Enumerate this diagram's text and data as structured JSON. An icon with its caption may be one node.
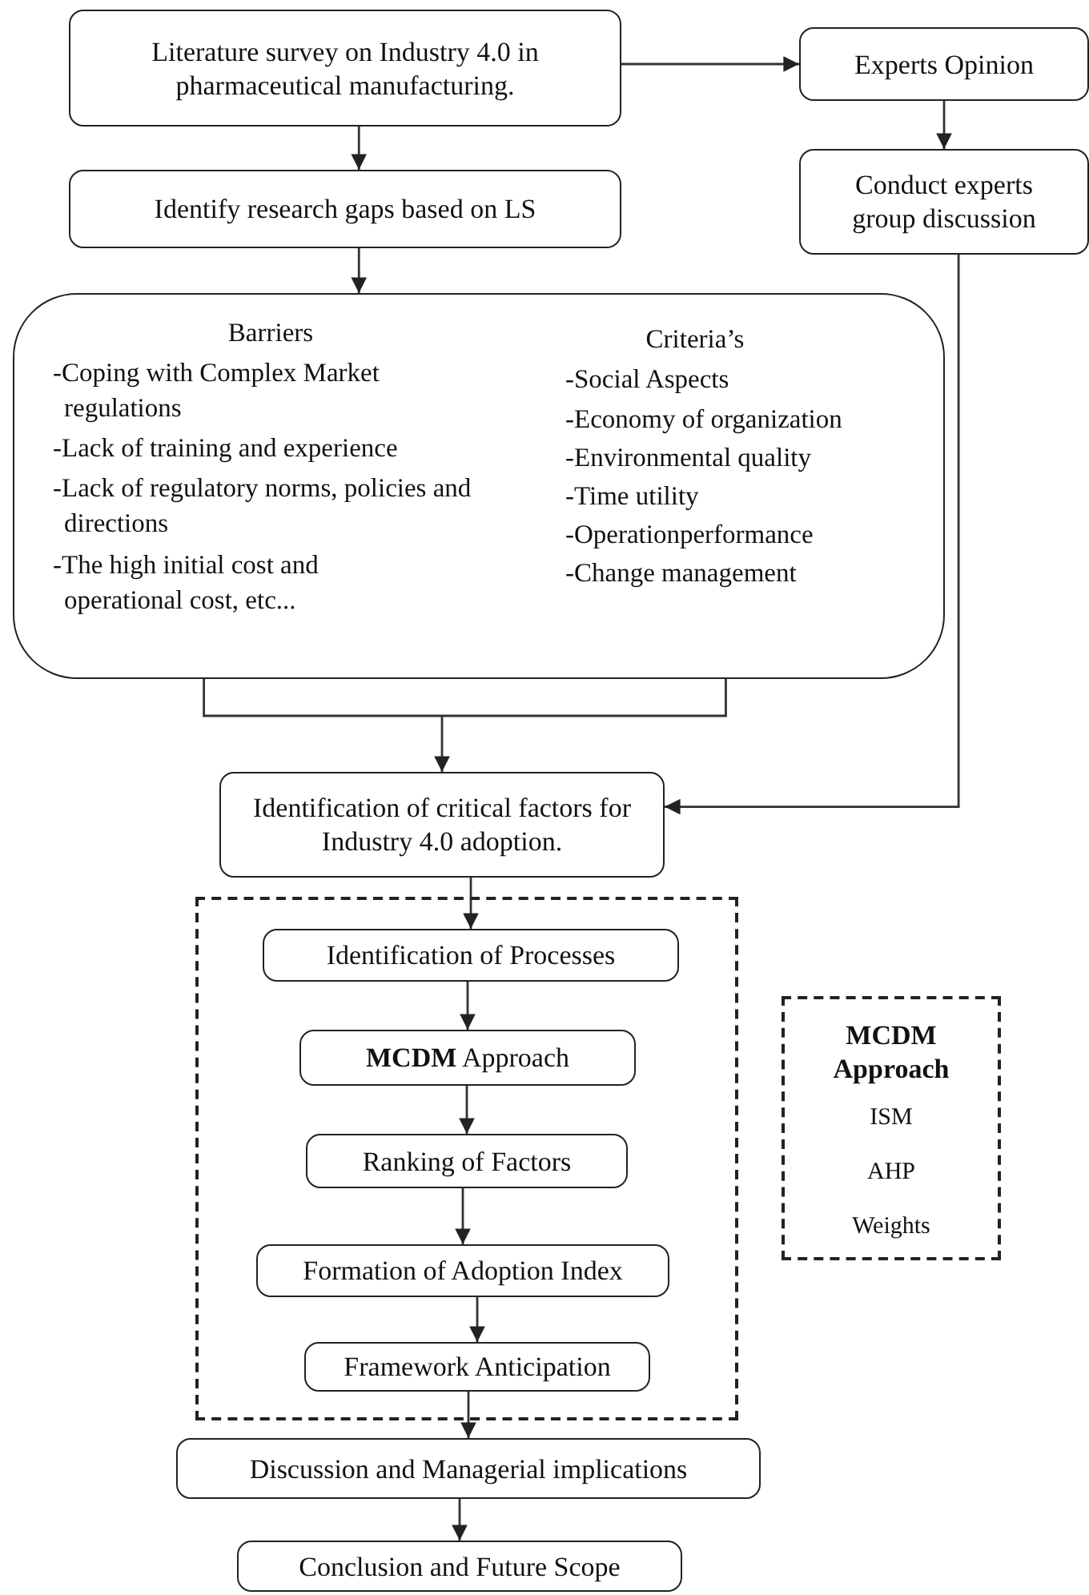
{
  "diagram": {
    "nodes": [
      {
        "text": [
          "Literature survey on Industry 4.0 in pharmaceutical manufacturing."
        ]
      },
      {
        "text": [
          "Experts Opinion"
        ]
      },
      {
        "text": [
          "Conduct experts group discussion"
        ]
      },
      {
        "text": [
          "Identify research gaps based on LS"
        ]
      },
      {
        "text": [
          "Barriers",
          "-Coping with Complex Market regulations",
          "-Lack of training and experience",
          "-Lack of regulatory norms, policies and directions",
          "-The high initial cost and operational cost, etc...",
          "Criteria’s",
          "-Social Aspects",
          "-Economy of organization",
          "-Environmental quality",
          "-Time utility",
          "-Operationperformance",
          "-Change management"
        ]
      },
      {
        "text": [
          "Identification of critical factors for Industry 4.0 adoption."
        ]
      },
      {
        "text": [],
        "shape": "box"
      },
      {
        "text": [
          "Identification of Processes"
        ],
        "in": 6
      },
      {
        "text": [
          "**MCDM** Approach"
        ],
        "in": 6
      },
      {
        "text": [
          "Ranking of Factors"
        ],
        "in": 6
      },
      {
        "text": [
          "Formation of Adoption Index"
        ],
        "in": 6
      },
      {
        "text": [
          "Framework Anticipation"
        ],
        "in": 6
      },
      {
        "text": [
          "Discussion and Managerial implications"
        ]
      },
      {
        "text": [
          "Conclusion and Future Scope"
        ]
      },
      {
        "text": [
          "MCDM Approach",
          "ISM",
          "AHP",
          "Weights"
        ]
      }
    ],
    "edges": [
      {
        "from": 0,
        "to": 1,
        "arrow": "to"
      },
      {
        "from": 1,
        "to": 2,
        "arrow": "to"
      },
      {
        "from": 0,
        "to": 3,
        "arrow": "to"
      },
      {
        "from": 3,
        "to": 4,
        "arrow": "to"
      },
      {
        "from": 4,
        "to": 5,
        "arrow": "to"
      },
      {
        "from": 2,
        "to": 5,
        "arrow": "to"
      },
      {
        "from": 5,
        "to": 7,
        "arrow": "to"
      },
      {
        "from": 7,
        "to": 8,
        "arrow": "to"
      },
      {
        "from": 8,
        "to": 9,
        "arrow": "to"
      },
      {
        "from": 9,
        "to": 10,
        "arrow": "to"
      },
      {
        "from": 10,
        "to": 11,
        "arrow": "to"
      },
      {
        "from": 11,
        "to": 12,
        "arrow": "to"
      },
      {
        "from": 12,
        "to": 13,
        "arrow": "to"
      }
    ]
  }
}
